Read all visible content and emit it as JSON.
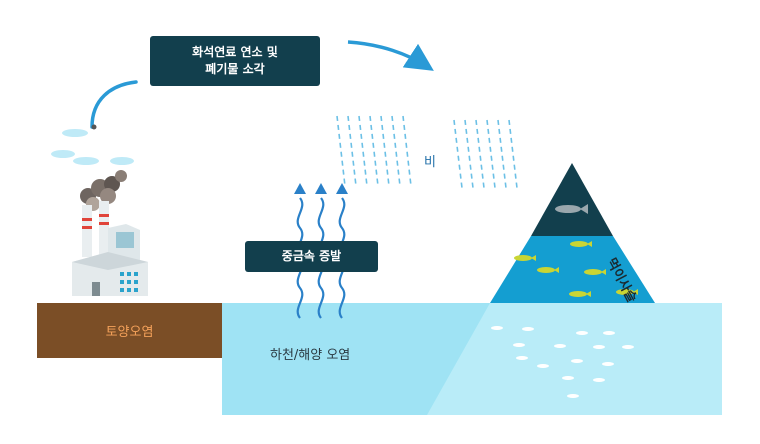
{
  "labels": {
    "combustion": "화석연료 연소 및\n폐기물 소각",
    "rain": "비",
    "evaporation": "중금속 증발",
    "soil_pollution": "토양오염",
    "water_pollution": "하천/해양 오염",
    "food_chain": "먹이사슬"
  },
  "colors": {
    "dark_navy": "#123f4d",
    "accent_blue": "#2a9ad6",
    "soil": "#7b4e26",
    "soil_text": "#f4a15a",
    "water": "#9fe3f4",
    "pyramid_mid": "#149ed1",
    "fish_yellow": "#c9d534"
  }
}
